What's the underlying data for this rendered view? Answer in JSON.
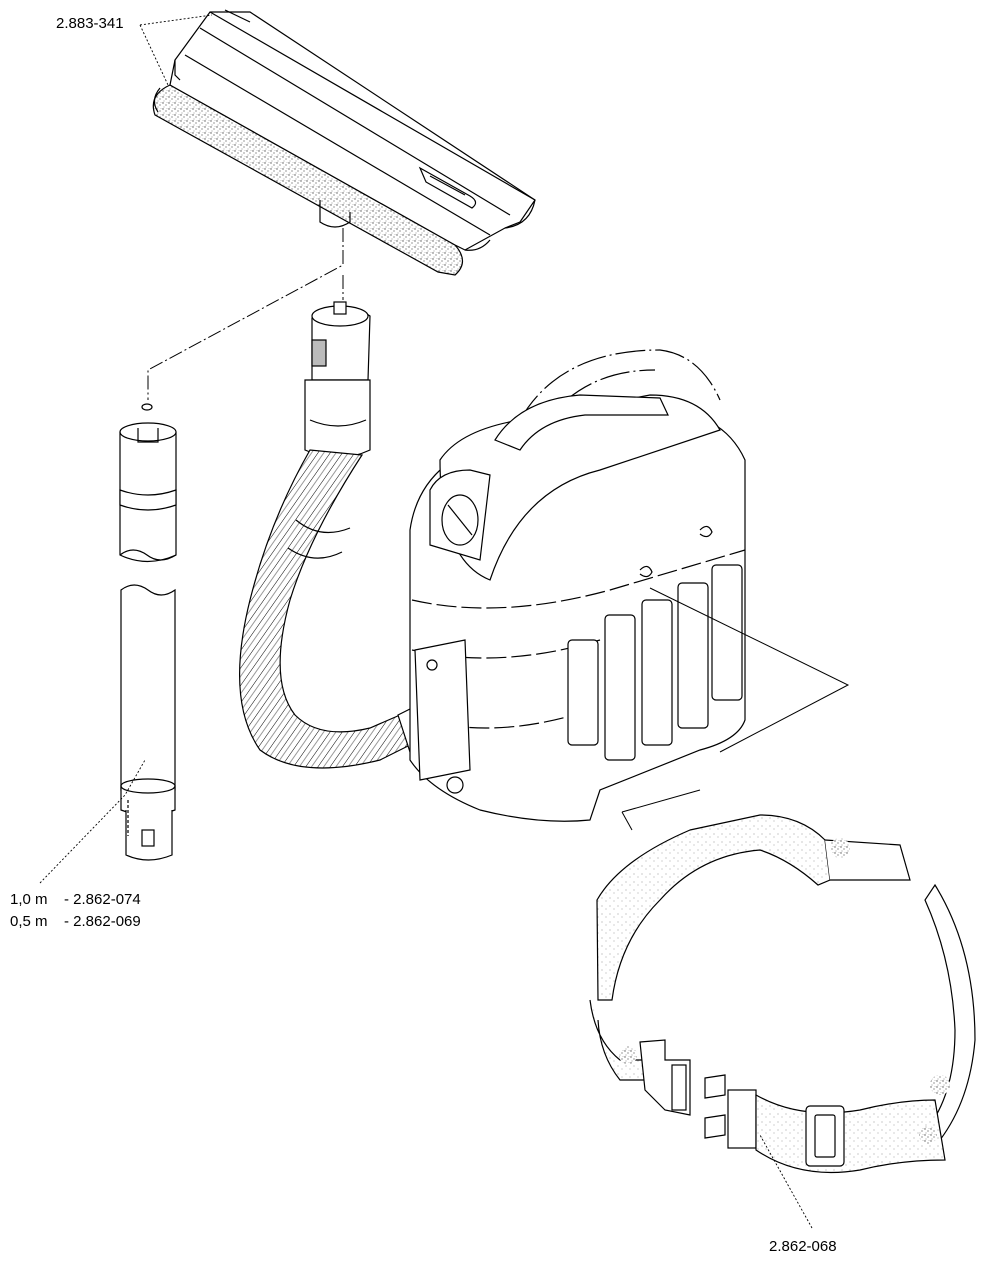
{
  "labels": {
    "squeegee": "2.883-341",
    "tube_length_1": "1,0 m",
    "tube_part_1": "- 2.862-074",
    "tube_length_2": "0,5 m",
    "tube_part_2": "- 2.862-069",
    "belt": "2.862-068"
  },
  "colors": {
    "line": "#000000",
    "stipple": "#555555",
    "background": "#ffffff"
  },
  "components": [
    {
      "name": "squeegee-nozzle",
      "part": "2.883-341"
    },
    {
      "name": "suction-tube",
      "part_1_0m": "2.862-074",
      "part_0_5m": "2.862-069"
    },
    {
      "name": "suction-hose"
    },
    {
      "name": "backpack-vacuum-body"
    },
    {
      "name": "hip-belt",
      "part": "2.862-068"
    }
  ]
}
